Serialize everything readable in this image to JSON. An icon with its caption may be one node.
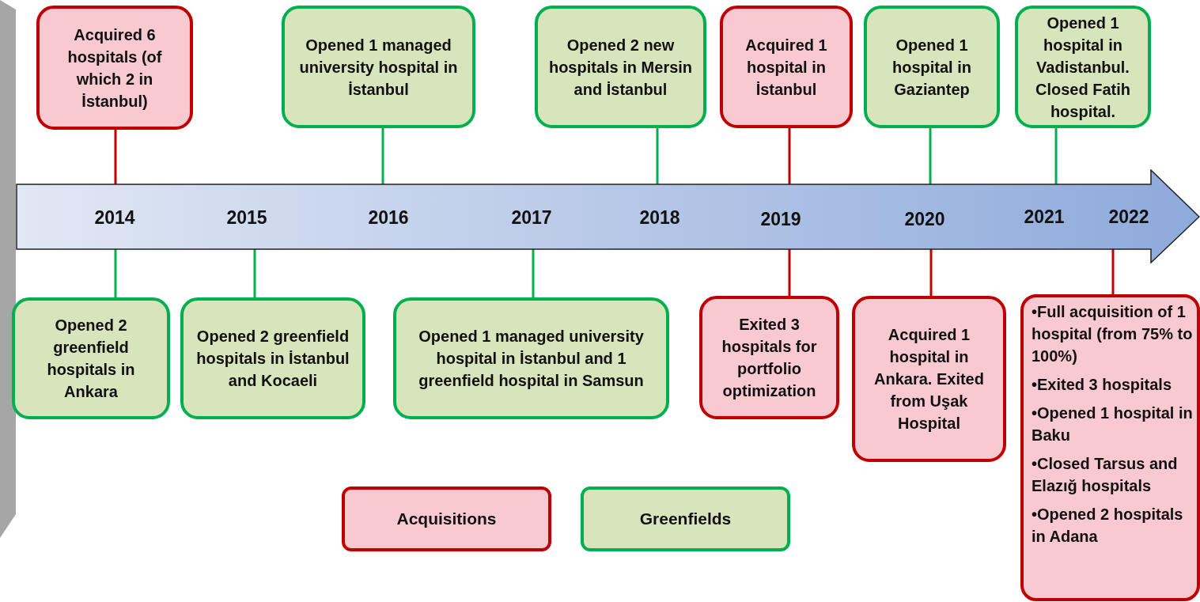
{
  "diagram": {
    "nodes": [
      {
        "text": [
          "2014",
          "2015",
          "2016",
          "2017",
          "2018",
          "2019",
          "2020",
          "2021",
          "2022"
        ]
      },
      {
        "text": [
          "Acquired 6 hospitals (of which 2 in İstanbul)"
        ]
      },
      {
        "text": [
          "Opened 1 managed university hospital in İstanbul"
        ]
      },
      {
        "text": [
          "Opened 2 new hospitals in Mersin and İstanbul"
        ]
      },
      {
        "text": [
          "Acquired 1 hospital in İstanbul"
        ]
      },
      {
        "text": [
          "Opened 1 hospital in Gaziantep"
        ]
      },
      {
        "text": [
          "Opened 1 hospital in Vadistanbul. Closed Fatih hospital."
        ]
      },
      {
        "text": [
          "Opened 2 greenfield hospitals in Ankara"
        ]
      },
      {
        "text": [
          "Opened 2 greenfield hospitals in İstanbul and Kocaeli"
        ]
      },
      {
        "text": [
          "Opened 1 managed university hospital in İstanbul and 1 greenfield hospital in Samsun"
        ]
      },
      {
        "text": [
          "Exited 3 hospitals for portfolio optimization"
        ]
      },
      {
        "text": [
          "Acquired 1 hospital in Ankara. Exited from Uşak Hospital"
        ]
      },
      {
        "text": [
          "•Full acquisition of 1 hospital (from 75% to 100%)",
          "•Exited 3 hospitals",
          "•Opened 1 hospital in Baku",
          "•Closed Tarsus and Elazığ hospitals",
          "•Opened 2 hospitals in Adana"
        ]
      },
      {
        "text": [],
        "shape": "bar"
      }
    ],
    "edges": [
      {
        "from": 1,
        "to": 0,
        "arrow": "none",
        "color": "#c00000"
      },
      {
        "from": 2,
        "to": 0,
        "arrow": "none"
      },
      {
        "from": 3,
        "to": 0,
        "arrow": "none"
      },
      {
        "from": 4,
        "to": 0,
        "arrow": "none",
        "color": "#c00000"
      },
      {
        "from": 5,
        "to": 0,
        "arrow": "none"
      },
      {
        "from": 6,
        "to": 0,
        "arrow": "none"
      },
      {
        "from": 7,
        "to": 0,
        "arrow": "none"
      },
      {
        "from": 8,
        "to": 0,
        "arrow": "none"
      },
      {
        "from": 9,
        "to": 0,
        "arrow": "none"
      },
      {
        "from": 10,
        "to": 0,
        "arrow": "none",
        "color": "#c00000"
      },
      {
        "from": 11,
        "to": 0,
        "arrow": "none",
        "color": "#c00000"
      },
      {
        "from": 12,
        "to": 0,
        "arrow": "none",
        "color": "#c00000"
      }
    ],
    "legend": [
      {
        "text": "Acquisitions",
        "color": "#f9c9d2"
      },
      {
        "text": "Greenfields",
        "color": "#d8e4bc"
      }
    ]
  }
}
